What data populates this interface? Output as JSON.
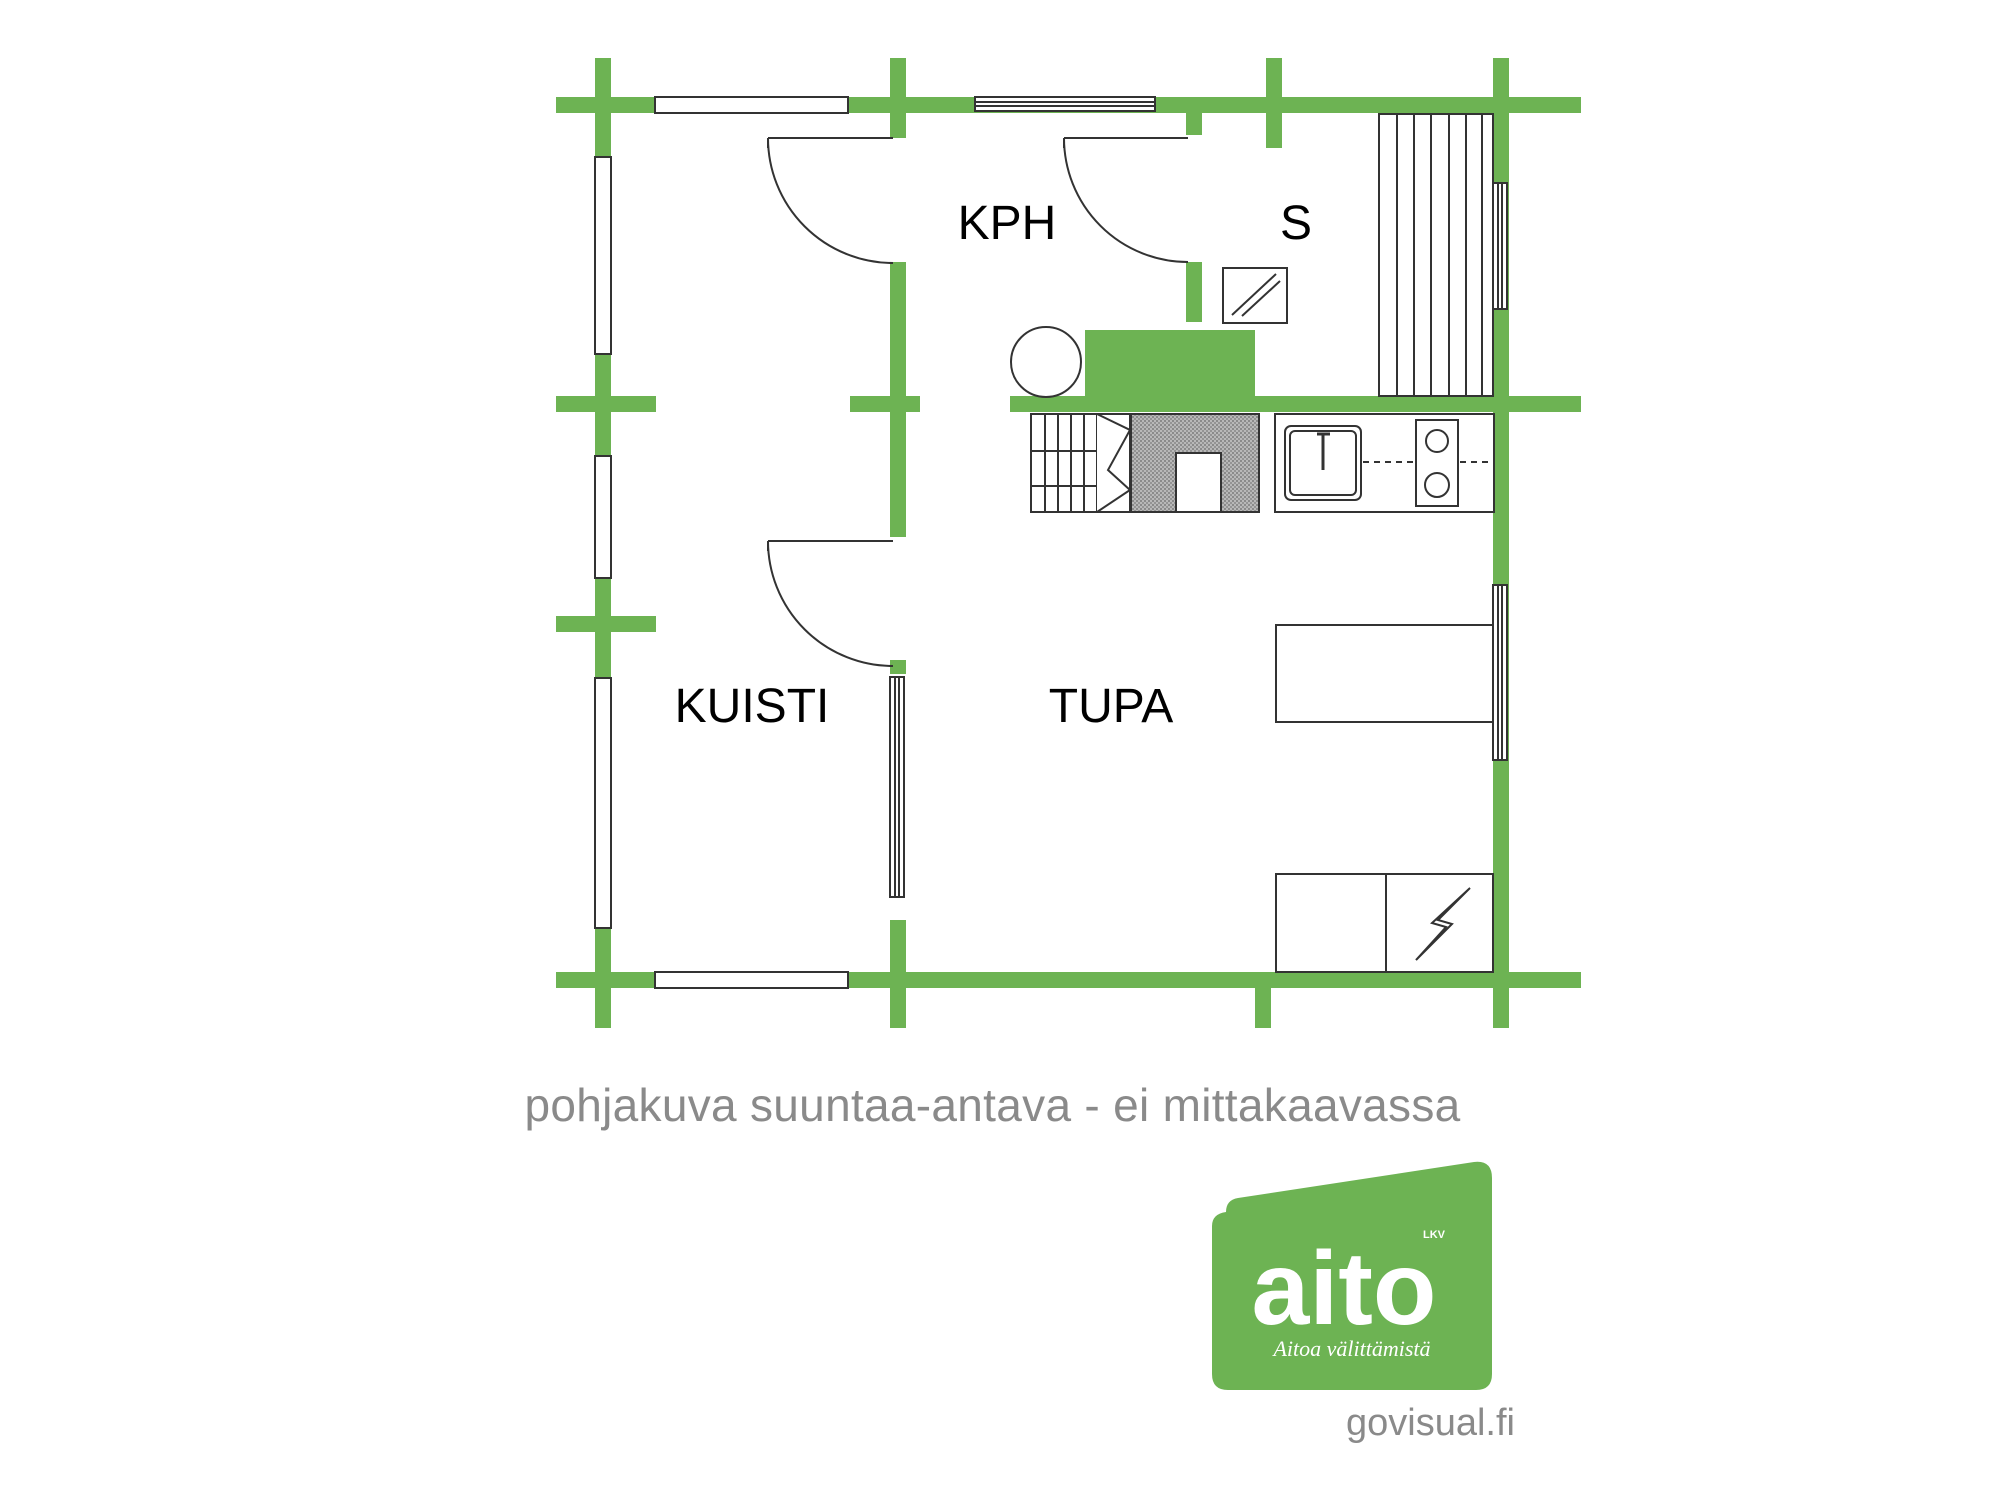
{
  "rooms": {
    "kph": "KPH",
    "sauna": "S",
    "kuisti": "KUISTI",
    "tupa": "TUPA"
  },
  "caption": "pohjakuva suuntaa-antava - ei mittakaavassa",
  "logo": {
    "name": "aito",
    "suffix": "LKV",
    "tagline": "Aitoa välittämistä"
  },
  "credit": "govisual.fi",
  "colors": {
    "wall": "#6db353",
    "brand": "#6db353",
    "caption_text": "#8a8a8a",
    "stove_fill": "#9a9a9a"
  }
}
